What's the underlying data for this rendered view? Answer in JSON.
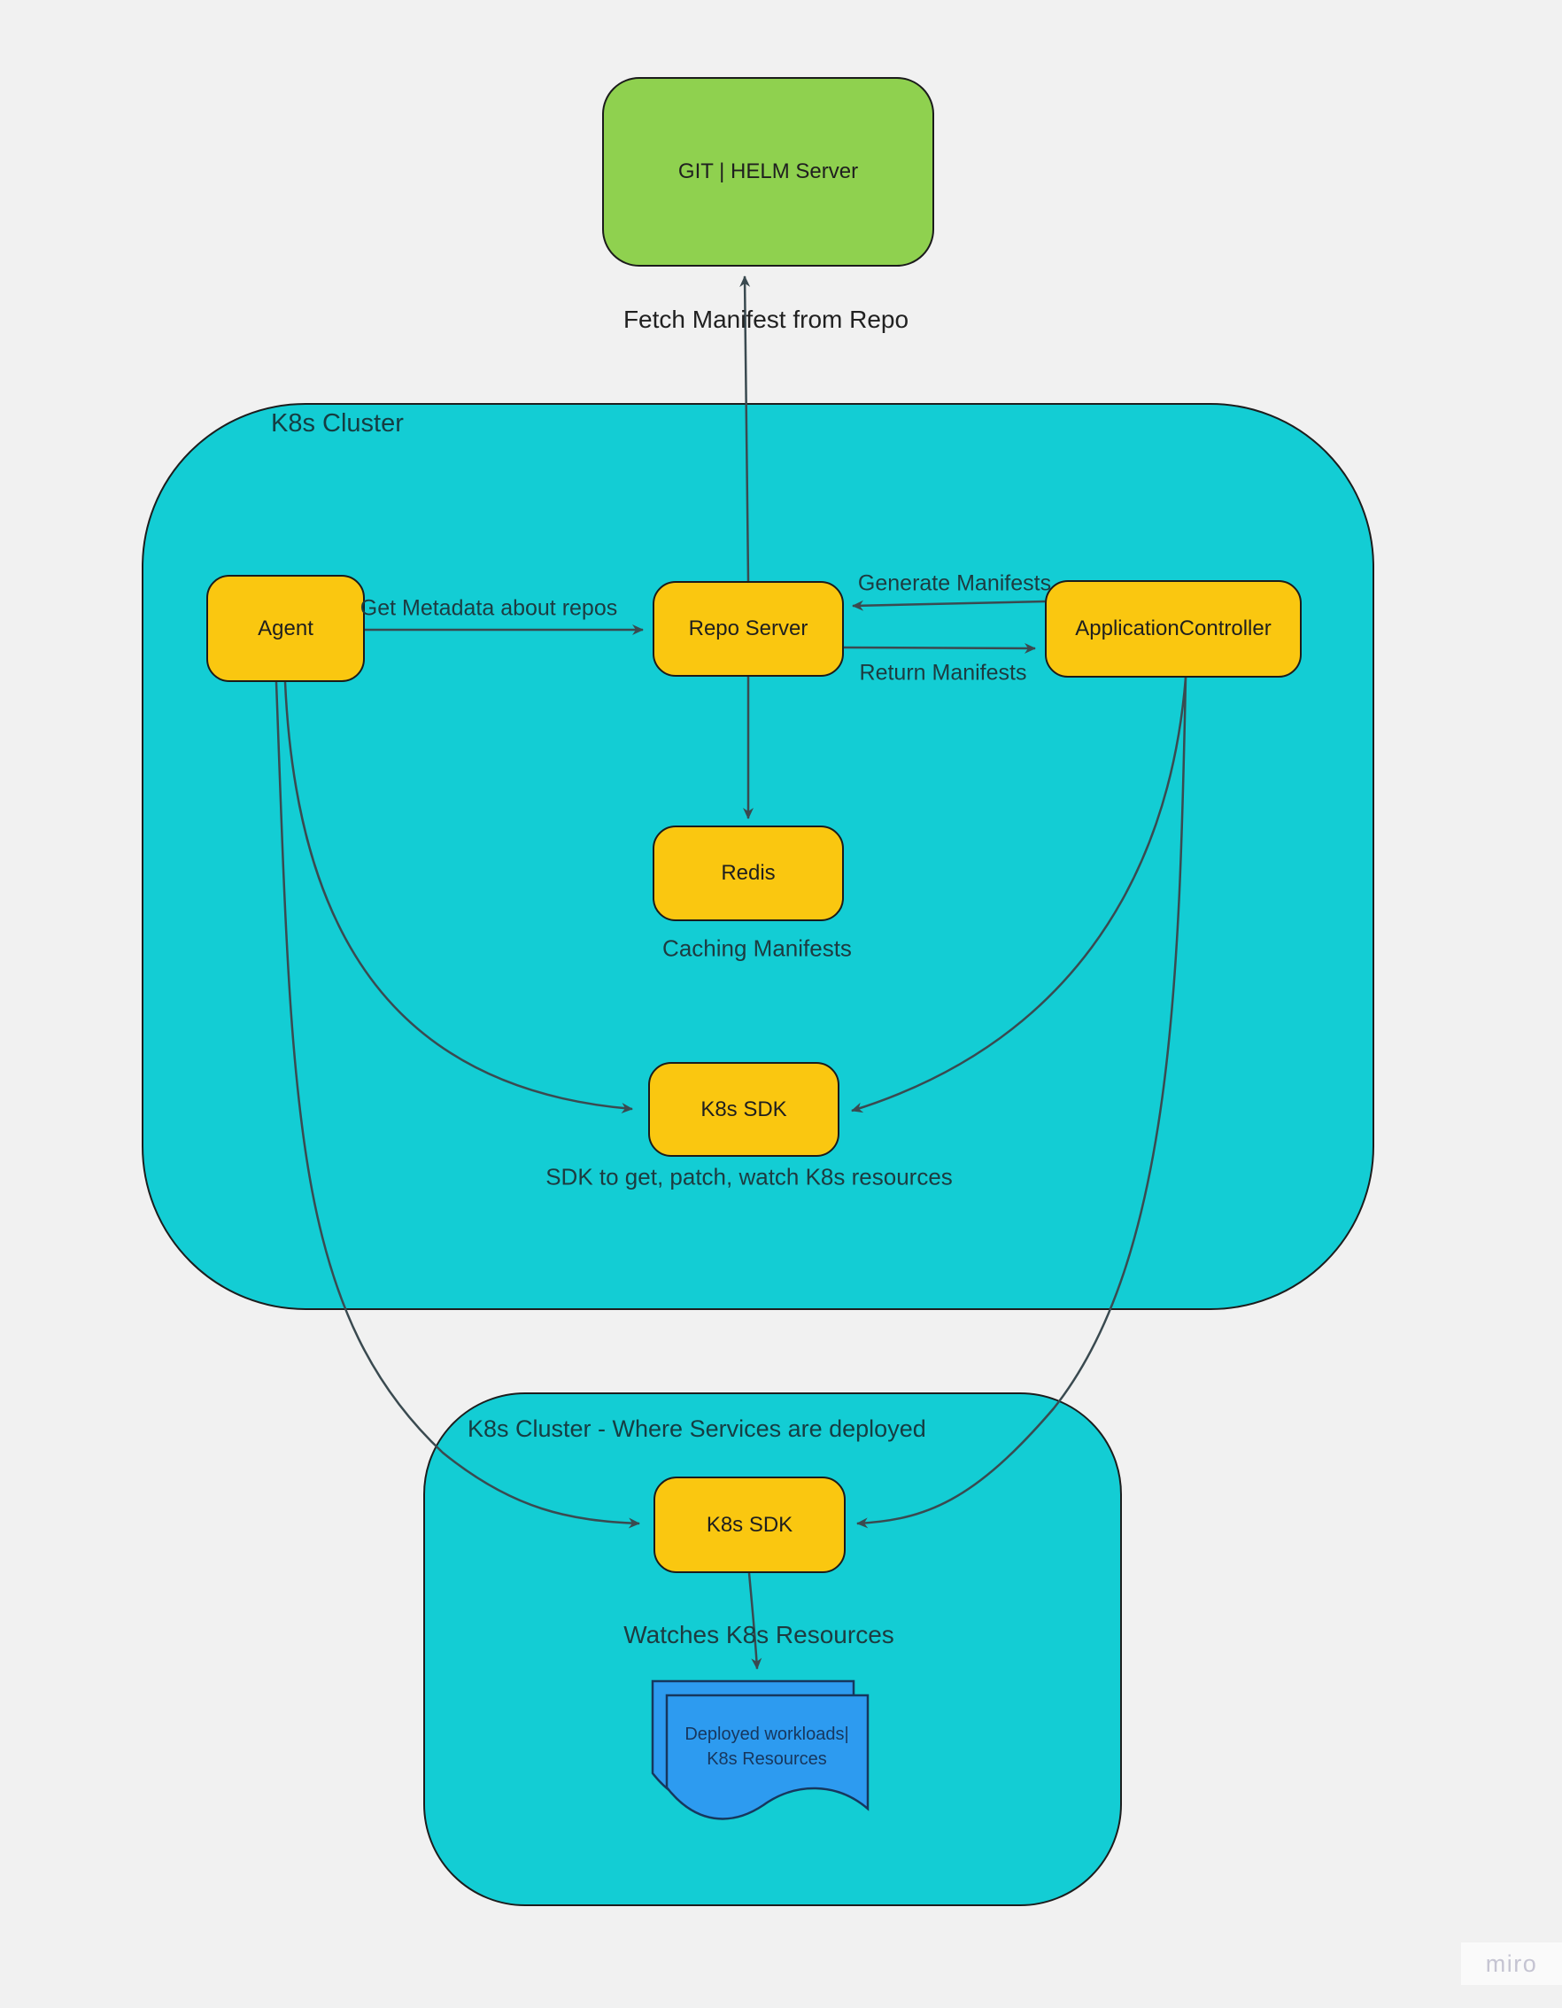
{
  "clusters": {
    "main": {
      "title": "K8s Cluster"
    },
    "deploy": {
      "title": "K8s Cluster - Where Services are deployed"
    }
  },
  "nodes": {
    "git": {
      "label": "GIT | HELM Server"
    },
    "agent": {
      "label": "Agent"
    },
    "repo": {
      "label": "Repo Server"
    },
    "app_controller": {
      "label": "ApplicationController"
    },
    "redis": {
      "label": "Redis"
    },
    "sdk_main": {
      "label": "K8s SDK"
    },
    "sdk_deploy": {
      "label": "K8s SDK"
    },
    "workloads": {
      "line1": "Deployed workloads|",
      "line2": "K8s Resources"
    }
  },
  "edge_labels": {
    "fetch": "Fetch Manifest from Repo",
    "get_metadata": "Get Metadata about repos",
    "generate": "Generate Manifests",
    "return": "Return Manifests",
    "caching": "Caching Manifests",
    "sdk_note": "SDK to get, patch, watch K8s resources",
    "watches": "Watches K8s Resources"
  },
  "watermark": {
    "label": "miro"
  },
  "colors": {
    "background": "#f1f1f1",
    "cluster_fill": "#13cdd4",
    "node_fill": "#fac710",
    "git_fill": "#8fd14f",
    "document_fill": "#2d9bf0",
    "line": "#3a4a50",
    "border": "#1b1b1b"
  }
}
